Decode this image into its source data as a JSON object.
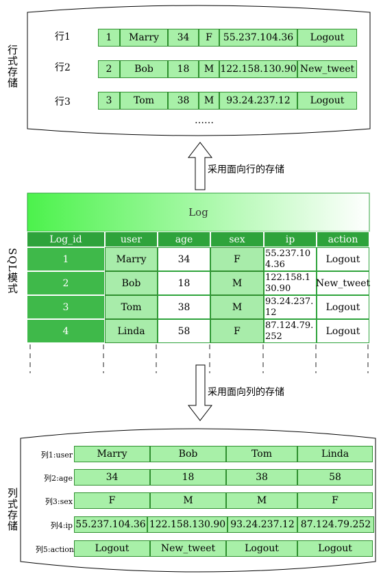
{
  "row_store": {
    "label": "行式存储",
    "row_labels": [
      "行1",
      "行2",
      "行3"
    ],
    "rows": [
      [
        "1",
        "Marry",
        "34",
        "F",
        "55.237.104.36",
        "Logout"
      ],
      [
        "2",
        "Bob",
        "18",
        "M",
        "122.158.130.90",
        "New_tweet"
      ],
      [
        "3",
        "Tom",
        "38",
        "M",
        "93.24.237.12",
        "Logout"
      ]
    ],
    "ellipsis": "……"
  },
  "arrow1_text": "采用面向行的存储",
  "sql": {
    "label": "SQL模式",
    "table_title": "Log",
    "headers": [
      "Log_id",
      "user",
      "age",
      "sex",
      "ip",
      "action"
    ],
    "rows": [
      [
        "1",
        "Marry",
        "34",
        "F",
        "55.237.104.36",
        "Logout"
      ],
      [
        "2",
        "Bob",
        "18",
        "M",
        "122.158.130.90",
        "New_tweet"
      ],
      [
        "3",
        "Tom",
        "38",
        "M",
        "93.24.237.12",
        "Logout"
      ],
      [
        "4",
        "Linda",
        "58",
        "F",
        "87.124.79.252",
        "Logout"
      ]
    ]
  },
  "arrow2_text": "采用面向列的存储",
  "col_store": {
    "label": "列式存储",
    "col_labels": [
      "列1:user",
      "列2:age",
      "列3:sex",
      "列4:ip",
      "列5:action"
    ],
    "cols": [
      [
        "Marry",
        "Bob",
        "Tom",
        "Linda"
      ],
      [
        "34",
        "18",
        "38",
        "58"
      ],
      [
        "F",
        "M",
        "M",
        "F"
      ],
      [
        "55.237.104.36",
        "122.158.130.90",
        "93.24.237.12",
        "87.124.79.252"
      ],
      [
        "Logout",
        "New_tweet",
        "Logout",
        "Logout"
      ]
    ]
  }
}
